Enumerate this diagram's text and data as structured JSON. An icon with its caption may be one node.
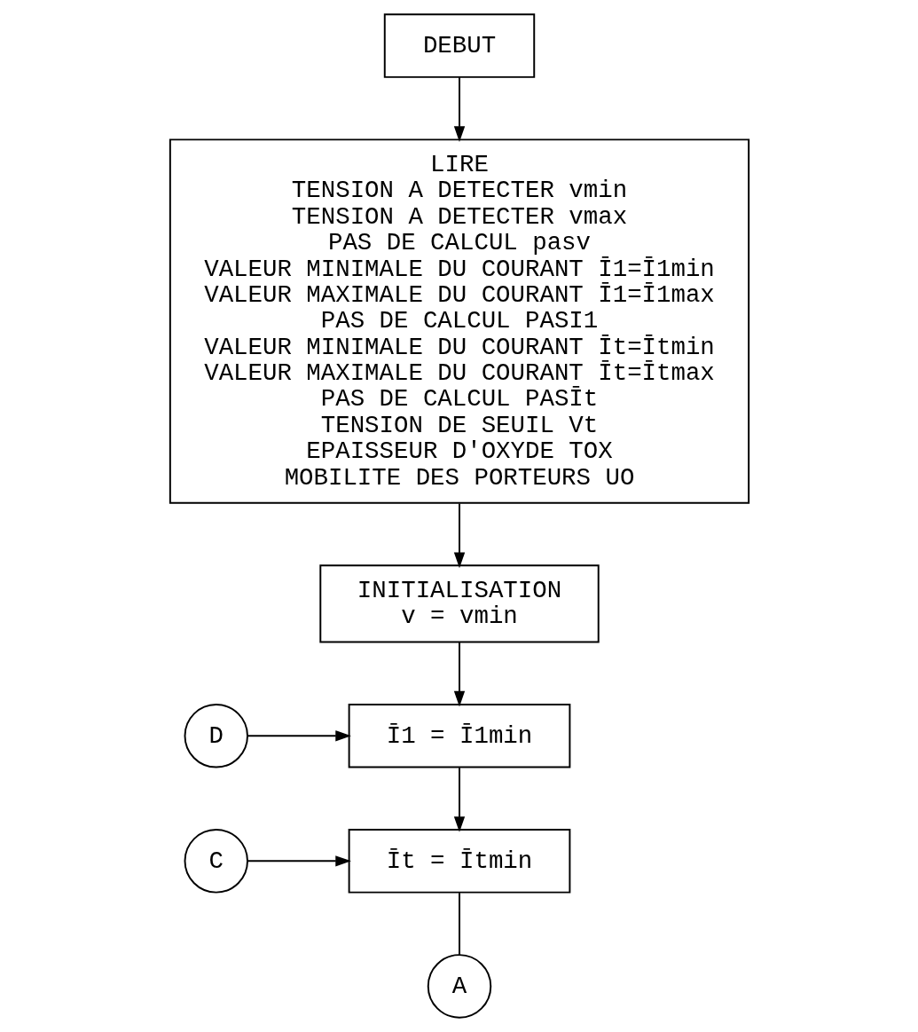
{
  "diagram": {
    "nodes": [
      {
        "text": [
          "DEBUT"
        ]
      },
      {
        "text": [
          "LIRE",
          "TENSION A DETECTER vmin",
          "TENSION A DETECTER vmax",
          "PAS DE CALCUL pasv",
          "VALEUR MINIMALE DU COURANT Ī1=Ī1min",
          "VALEUR MAXIMALE DU COURANT Ī1=Ī1max",
          "PAS DE CALCUL PASI1",
          "VALEUR MINIMALE DU COURANT Īt=Ītmin",
          "VALEUR MAXIMALE DU COURANT Īt=Ītmax",
          "PAS DE CALCUL PASĪt",
          "TENSION DE SEUIL Vt",
          "EPAISSEUR D'OXYDE TOX",
          "MOBILITE DES PORTEURS UO"
        ]
      },
      {
        "text": [
          "INITIALISATION",
          "v = vmin"
        ]
      },
      {
        "text": [
          "D"
        ]
      },
      {
        "text": [
          "Ī1 = Ī1min"
        ]
      },
      {
        "text": [
          "C"
        ]
      },
      {
        "text": [
          "Īt = Ītmin"
        ]
      },
      {
        "text": [
          "A"
        ]
      }
    ],
    "edges": [
      {
        "from": 0,
        "to": 1,
        "arrow": "to"
      },
      {
        "from": 1,
        "to": 2,
        "arrow": "to"
      },
      {
        "from": 2,
        "to": 4,
        "arrow": "to"
      },
      {
        "from": 3,
        "to": 4,
        "arrow": "to"
      },
      {
        "from": 4,
        "to": 6,
        "arrow": "to"
      },
      {
        "from": 5,
        "to": 6,
        "arrow": "to"
      },
      {
        "from": 6,
        "to": 7,
        "arrow": "none"
      }
    ]
  }
}
